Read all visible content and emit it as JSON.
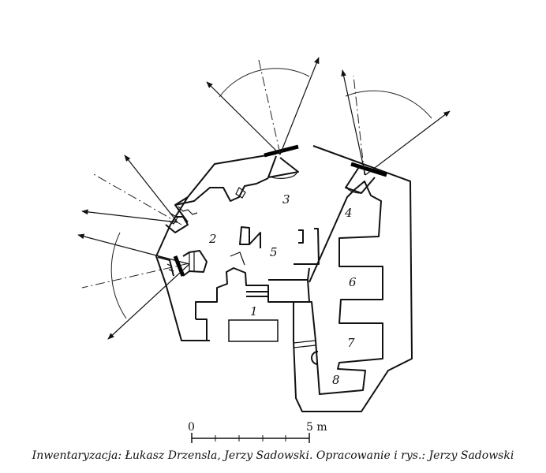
{
  "rooms": [
    "1",
    "2",
    "3",
    "4",
    "5",
    "6",
    "7",
    "8"
  ],
  "scale": {
    "start": "0",
    "end": "5 m"
  },
  "caption": "Inwentaryzacja: Łukasz Drzensla, Jerzy Sadowski. Opracowanie i rys.: Jerzy Sadowski"
}
